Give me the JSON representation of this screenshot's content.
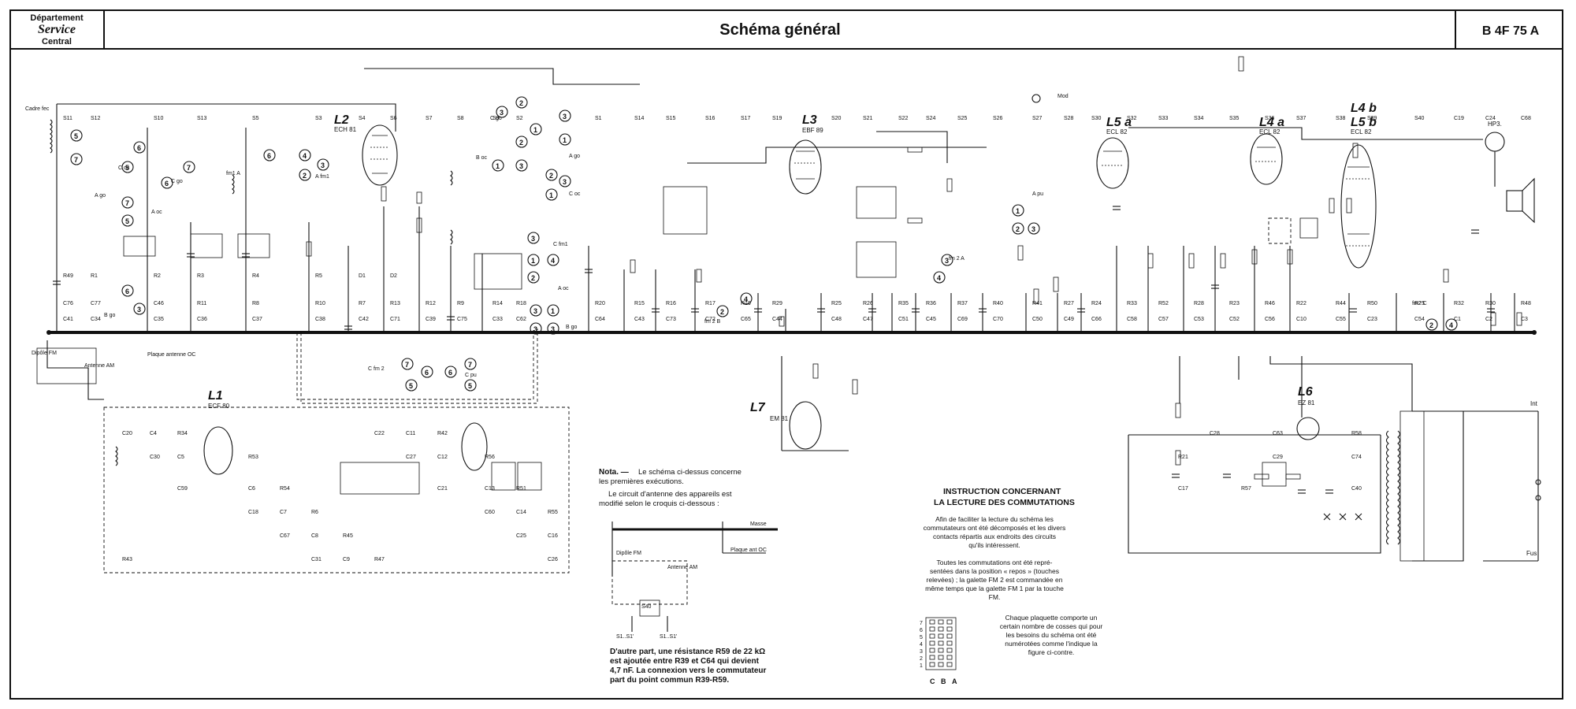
{
  "header": {
    "dept_line1": "Département",
    "dept_line2": "Service",
    "dept_line3": "Central",
    "title": "Schéma général",
    "reference": "B 4F 75 A"
  },
  "tubes": [
    {
      "name": "L2",
      "type": "ECH 81"
    },
    {
      "name": "L3",
      "type": "EBF 89"
    },
    {
      "name": "L5 a",
      "type": "ECL 82"
    },
    {
      "name": "L4 a",
      "type": "ECL 82"
    },
    {
      "name": "L4 b",
      "type": ""
    },
    {
      "name": "L5 b",
      "type": "ECL 82"
    },
    {
      "name": "L1",
      "type": "ECF 80"
    },
    {
      "name": "L7",
      "type": "EM 81"
    },
    {
      "name": "L6",
      "type": "EZ 81"
    }
  ],
  "labels": {
    "cadre": "Cadre fec",
    "hp": "HP3.",
    "mod": "Mod",
    "plaque_antenne": "Plaque antenne OC",
    "depla_fm": "Dipôle   FM",
    "antenne_am": "Antenne AM",
    "cfm2": "C fm 2",
    "cpu": "C pu",
    "afm1": "A fm1",
    "apu": "A pu",
    "fm2a": "fm 2 A",
    "fm2b": "fm 2 B",
    "fm2c": "fm2 C",
    "cgo": "C go",
    "coc": "C oc",
    "ago": "A go",
    "aoc": "A oc",
    "bgo": "B go",
    "boc": "B oc",
    "cfm1": "C fm1",
    "fm1a": "fm1 A",
    "inter": "Int",
    "fus": "Fus"
  },
  "note": {
    "heading": "Nota. —",
    "line1": "Le schéma ci-dessus concerne",
    "line2": "les premières exécutions.",
    "line3": "Le circuit d'antenne des appareils est",
    "line4": "modifié selon le croquis ci-dessous :",
    "masse": "Masse",
    "plaque": "Plaque ant OC",
    "dipole": "Dipôle   FM",
    "antenne": "Antenne AM",
    "s40": "S40",
    "s1a": "S1..S1'",
    "s1b": "S1..S1'",
    "p1": "D'autre part, une résistance R59 de 22 kΩ",
    "p2": "est ajoutée entre R39 et C64 qui devient",
    "p3": "4,7 nF. La connexion vers le commutateur",
    "p4": "part du point commun R39-R59."
  },
  "instructions": {
    "title1": "INSTRUCTION CONCERNANT",
    "title2": "LA LECTURE DES COMMUTATIONS",
    "para1": [
      "Afin de faciliter la lecture du schéma les",
      "commutateurs ont été décomposés et les divers",
      "contacts répartis aux endroits des circuits",
      "qu'ils intéressent."
    ],
    "para2": [
      "Toutes les commutations ont été repré-",
      "sentées dans la position « repos » (touches",
      "relevées) ; la galette FM 2 est commandée en",
      "même temps que la galette FM 1 par la touche",
      "FM."
    ],
    "para3": [
      "Chaque plaquette comporte un",
      "certain nombre de cosses qui pour",
      "les besoins du schéma ont été",
      "numérotées comme l'indique la",
      "figure ci-contre."
    ],
    "rows": [
      "7",
      "6",
      "5",
      "4",
      "3",
      "2",
      "1"
    ],
    "cols": [
      "C",
      "B",
      "A"
    ]
  },
  "components": [
    "S11",
    "S12",
    "S10",
    "S13",
    "S5",
    "S3",
    "S4",
    "S6",
    "S7",
    "S8",
    "S9",
    "S2",
    "S1",
    "S14",
    "S15",
    "S16",
    "S17",
    "S19",
    "S20",
    "S21",
    "S22",
    "S24",
    "S25",
    "S26",
    "S27",
    "S28",
    "S30",
    "S32",
    "S33",
    "S34",
    "S35",
    "S36",
    "S37",
    "S38",
    "S39",
    "S40",
    "C19",
    "C24",
    "C68",
    "C20",
    "C30",
    "C59",
    "C18",
    "C67",
    "C31",
    "C22",
    "C27",
    "C21",
    "C60",
    "C25",
    "C26",
    "C28",
    "C29",
    "C40",
    "C41",
    "C34",
    "C35",
    "C36",
    "C37",
    "C38",
    "C42",
    "C71",
    "C39",
    "C75",
    "C33",
    "C62",
    "C64",
    "C43",
    "C73",
    "C72",
    "C65",
    "C44",
    "C48",
    "C47",
    "C51",
    "C45",
    "C69",
    "C70",
    "C50",
    "C49",
    "C66",
    "C58",
    "C57",
    "C53",
    "C52",
    "C56",
    "C10",
    "C55",
    "C23",
    "C54",
    "C1",
    "C2",
    "C3",
    "C4",
    "C5",
    "C6",
    "C7",
    "C8",
    "C9",
    "C11",
    "C12",
    "C13",
    "C14",
    "C16",
    "C17",
    "C63",
    "C74",
    "C76",
    "C77",
    "C46",
    "R11",
    "R8",
    "R10",
    "R7",
    "R13",
    "R12",
    "R9",
    "R14",
    "R18",
    "R20",
    "R15",
    "R16",
    "R17",
    "R19",
    "R29",
    "R25",
    "R26",
    "R35",
    "R36",
    "R37",
    "R40",
    "R41",
    "R27",
    "R24",
    "R33",
    "R52",
    "R28",
    "R23",
    "R46",
    "R22",
    "R44",
    "R50",
    "R25",
    "R32",
    "R30",
    "R48",
    "R43",
    "R34",
    "R53",
    "R54",
    "R6",
    "R45",
    "R47",
    "R42",
    "R56",
    "R51",
    "R55",
    "R21",
    "R57",
    "R58",
    "R49",
    "R1",
    "R2",
    "R3",
    "R4",
    "R5",
    "D1",
    "D2"
  ]
}
